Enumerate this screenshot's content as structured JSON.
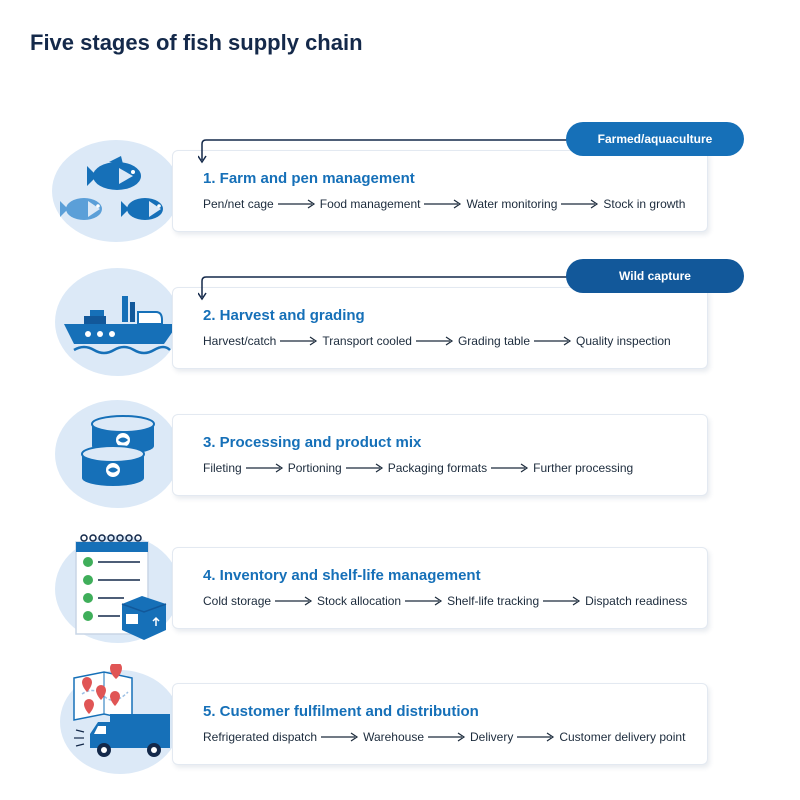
{
  "title": "Five stages of fish supply chain",
  "badges": [
    {
      "label": "Farmed/aquaculture"
    },
    {
      "label": "Wild capture"
    }
  ],
  "stages": [
    {
      "title": "1. Farm and pen management",
      "steps": [
        "Pen/net cage",
        "Food management",
        "Water monitoring",
        "Stock in growth"
      ]
    },
    {
      "title": "2. Harvest and grading",
      "steps": [
        "Harvest/catch",
        "Transport cooled",
        "Grading table",
        "Quality inspection"
      ]
    },
    {
      "title": "3. Processing and product mix",
      "steps": [
        "Fileting",
        "Portioning",
        "Packaging formats",
        "Further processing"
      ]
    },
    {
      "title": "4. Inventory and shelf-life management",
      "steps": [
        "Cold storage",
        "Stock allocation",
        "Shelf-life tracking",
        "Dispatch readiness"
      ]
    },
    {
      "title": "5. Customer fulfilment and distribution",
      "steps": [
        "Refrigerated dispatch",
        "Warehouse",
        "Delivery",
        "Customer delivery point"
      ]
    }
  ],
  "icons": [
    "fish-group-icon",
    "ship-icon",
    "cans-icon",
    "checklist-box-icon",
    "delivery-truck-icon"
  ],
  "colors": {
    "accent": "#1670b8",
    "dark_accent": "#12589a",
    "blob": "#dce9f7",
    "pin": "#e05555",
    "check": "#3fae5a"
  }
}
